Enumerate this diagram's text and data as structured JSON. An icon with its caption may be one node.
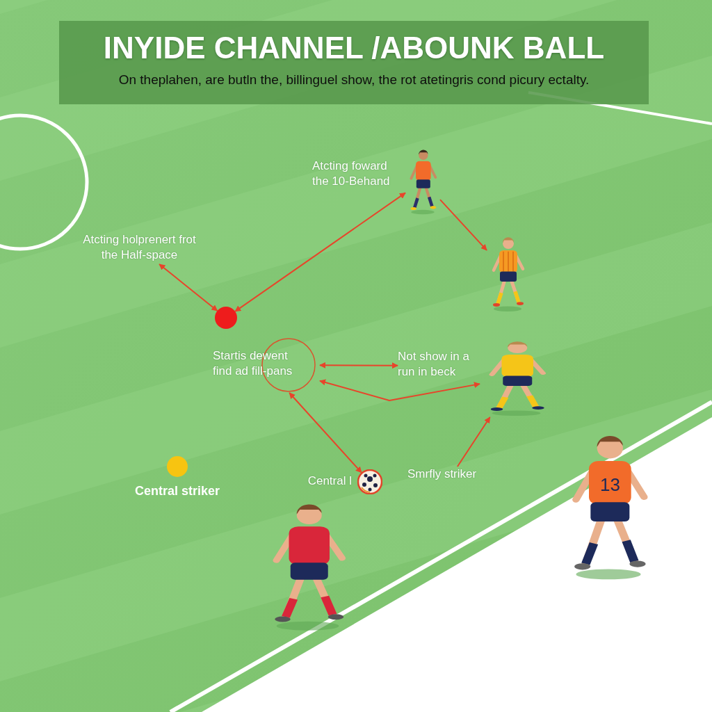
{
  "diagram": {
    "title": "INYIDE CHANNEL /ABOUNK BALL",
    "caption": "On theplahen, are butln the, billinguel show, the rot atetingris cond picury ectalty.",
    "nodes": [
      {
        "text": [
          "Atcting holprenert frot the Half-space"
        ]
      },
      {
        "text": [],
        "shape": "circle"
      },
      {
        "text": [],
        "shape": "person",
        "beside": [
          "Atcting foward the 10-Behand"
        ]
      },
      {
        "text": [],
        "shape": "person"
      },
      {
        "text": [
          "Startis dewent find ad fill-pans"
        ]
      },
      {
        "text": [
          "Not show in a run in beck"
        ]
      },
      {
        "text": [],
        "shape": "person"
      },
      {
        "text": [],
        "shape": "picture",
        "beside": [
          "Central l"
        ]
      },
      {
        "text": [
          "Smrfly striker"
        ]
      },
      {
        "text": [
          "Central striker"
        ]
      }
    ],
    "edges": [
      {
        "from": 0,
        "to": 1,
        "arrow": "both"
      },
      {
        "from": 2,
        "to": 1,
        "arrow": "both"
      },
      {
        "from": 2,
        "to": 3,
        "arrow": "to"
      },
      {
        "from": 4,
        "to": 5,
        "arrow": "both"
      },
      {
        "from": 4,
        "to": 6,
        "arrow": "both"
      },
      {
        "from": 4,
        "to": 7,
        "arrow": "both"
      },
      {
        "from": 8,
        "to": 6,
        "arrow": "to"
      }
    ],
    "labels": [
      "13"
    ]
  }
}
